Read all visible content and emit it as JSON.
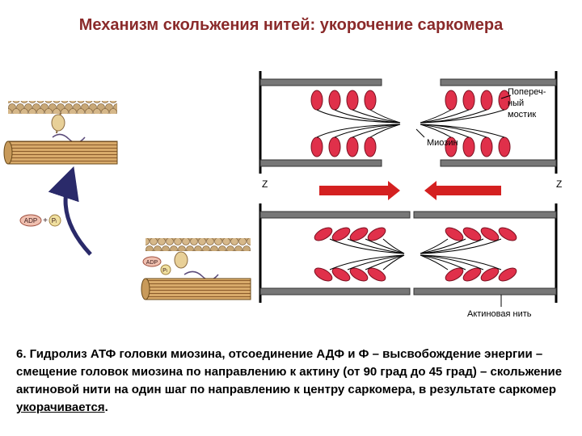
{
  "title": "Механизм скольжения нитей: укорочение саркомера",
  "labels": {
    "cross_bridge": [
      "Попереч-",
      "ный",
      "мостик"
    ],
    "myosin": "Миозин",
    "actin_filament": "Актиновая нить",
    "z_left": "Z",
    "z_right": "Z",
    "adp": "ADP",
    "pi_top": "P",
    "pi_top_sub": "i",
    "adp_lower": "ADP",
    "pi_lower": "P",
    "pi_lower_sub": "i",
    "plus": "+"
  },
  "colors": {
    "title": "#8a2a2a",
    "myosin_head": "#e0304a",
    "arrow_red": "#d42020",
    "actin_bead": "#c8a878",
    "thick_filament": "#c89a5a",
    "dark_arrow": "#2a2a6a"
  },
  "caption": {
    "text": "6. Гидролиз АТФ головки миозина, отсоединение АДФ и Ф – высвобождение энергии – смещение головок миозина по направлению к актину (от 90 град до 45 град) – скольжение актиновой нити на один шаг по направлению к центру саркомера, в результате саркомер ",
    "underlined": "укорачивается",
    "end": "."
  }
}
